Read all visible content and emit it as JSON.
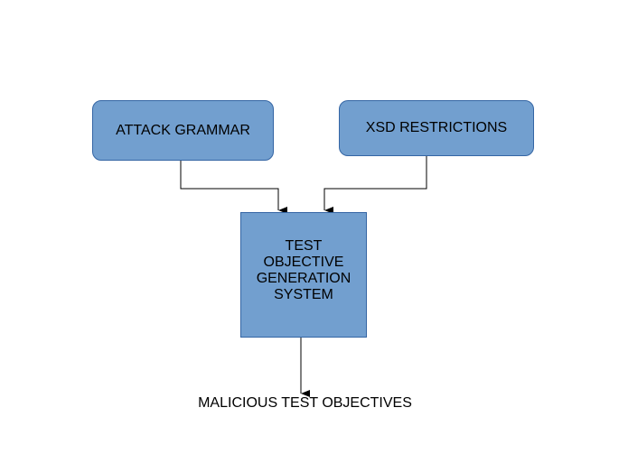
{
  "nodes": {
    "attack_grammar": "ATTACK GRAMMAR",
    "xsd_restrictions": "XSD RESTRICTIONS",
    "generation_system": "TEST OBJECTIVE GENERATION SYSTEM",
    "output": "MALICIOUS TEST OBJECTIVES"
  },
  "colors": {
    "box_fill": "#729fcf",
    "box_border": "#3465a4",
    "connector": "#000000"
  }
}
